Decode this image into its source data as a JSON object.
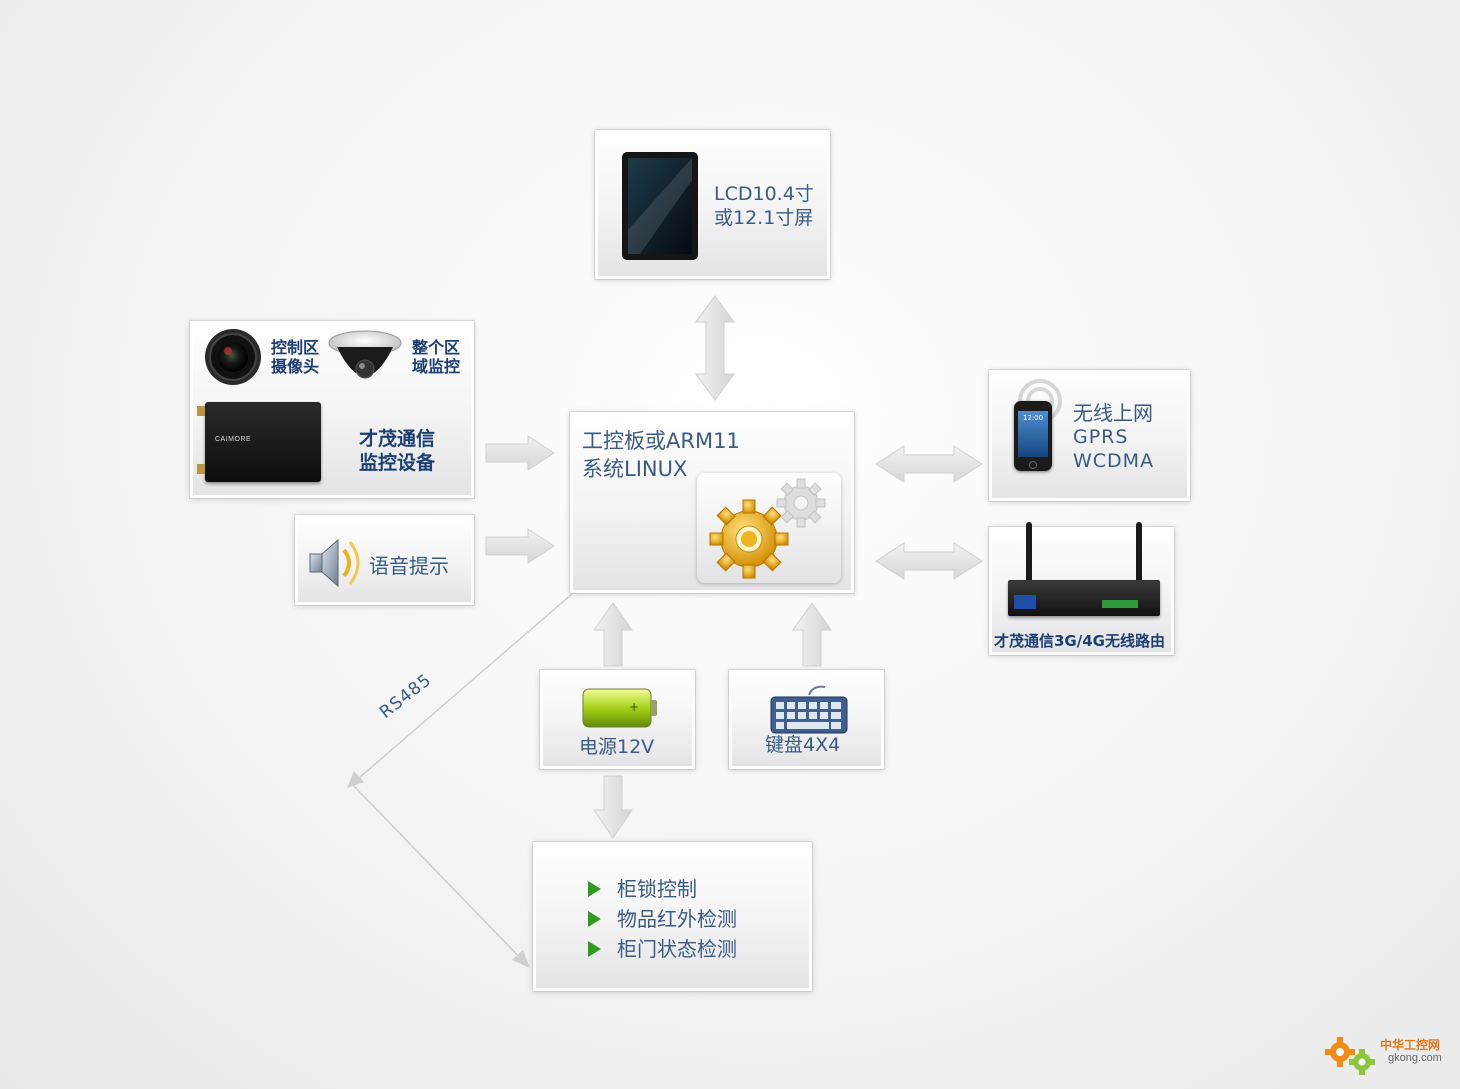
{
  "lcd": {
    "line1": "LCD10.4寸",
    "line2": "或12.1寸屏"
  },
  "core": {
    "line1": "工控板或ARM11",
    "line2": "系统LINUX"
  },
  "camera_panel": {
    "camera1_line1": "控制区",
    "camera1_line2": "摄像头",
    "camera2_line1": "整个区",
    "camera2_line2": "域监控",
    "device_line1": "才茂通信",
    "device_line2": "监控设备",
    "device_brand": "CAIMORE"
  },
  "voice": {
    "label": "语音提示"
  },
  "wireless": {
    "line1": "无线上网",
    "line2": "GPRS",
    "line3": "WCDMA",
    "phone_time": "12:00"
  },
  "router": {
    "label": "才茂通信3G/4G无线路由"
  },
  "power": {
    "label": "电源12V"
  },
  "keyboard": {
    "label": "键盘4X4"
  },
  "rs485": {
    "label": "RS485"
  },
  "controls": {
    "items": [
      "柜锁控制",
      "物品红外检测",
      "柜门状态检测"
    ]
  },
  "watermark": {
    "line1": "中华工控网",
    "line2": "gkong.com"
  },
  "colors": {
    "text_blue": "#3a5c84",
    "text_dark": "#1c3f73",
    "bullet_green": "#2e9a1e",
    "arrow": "#dcdcdc"
  }
}
